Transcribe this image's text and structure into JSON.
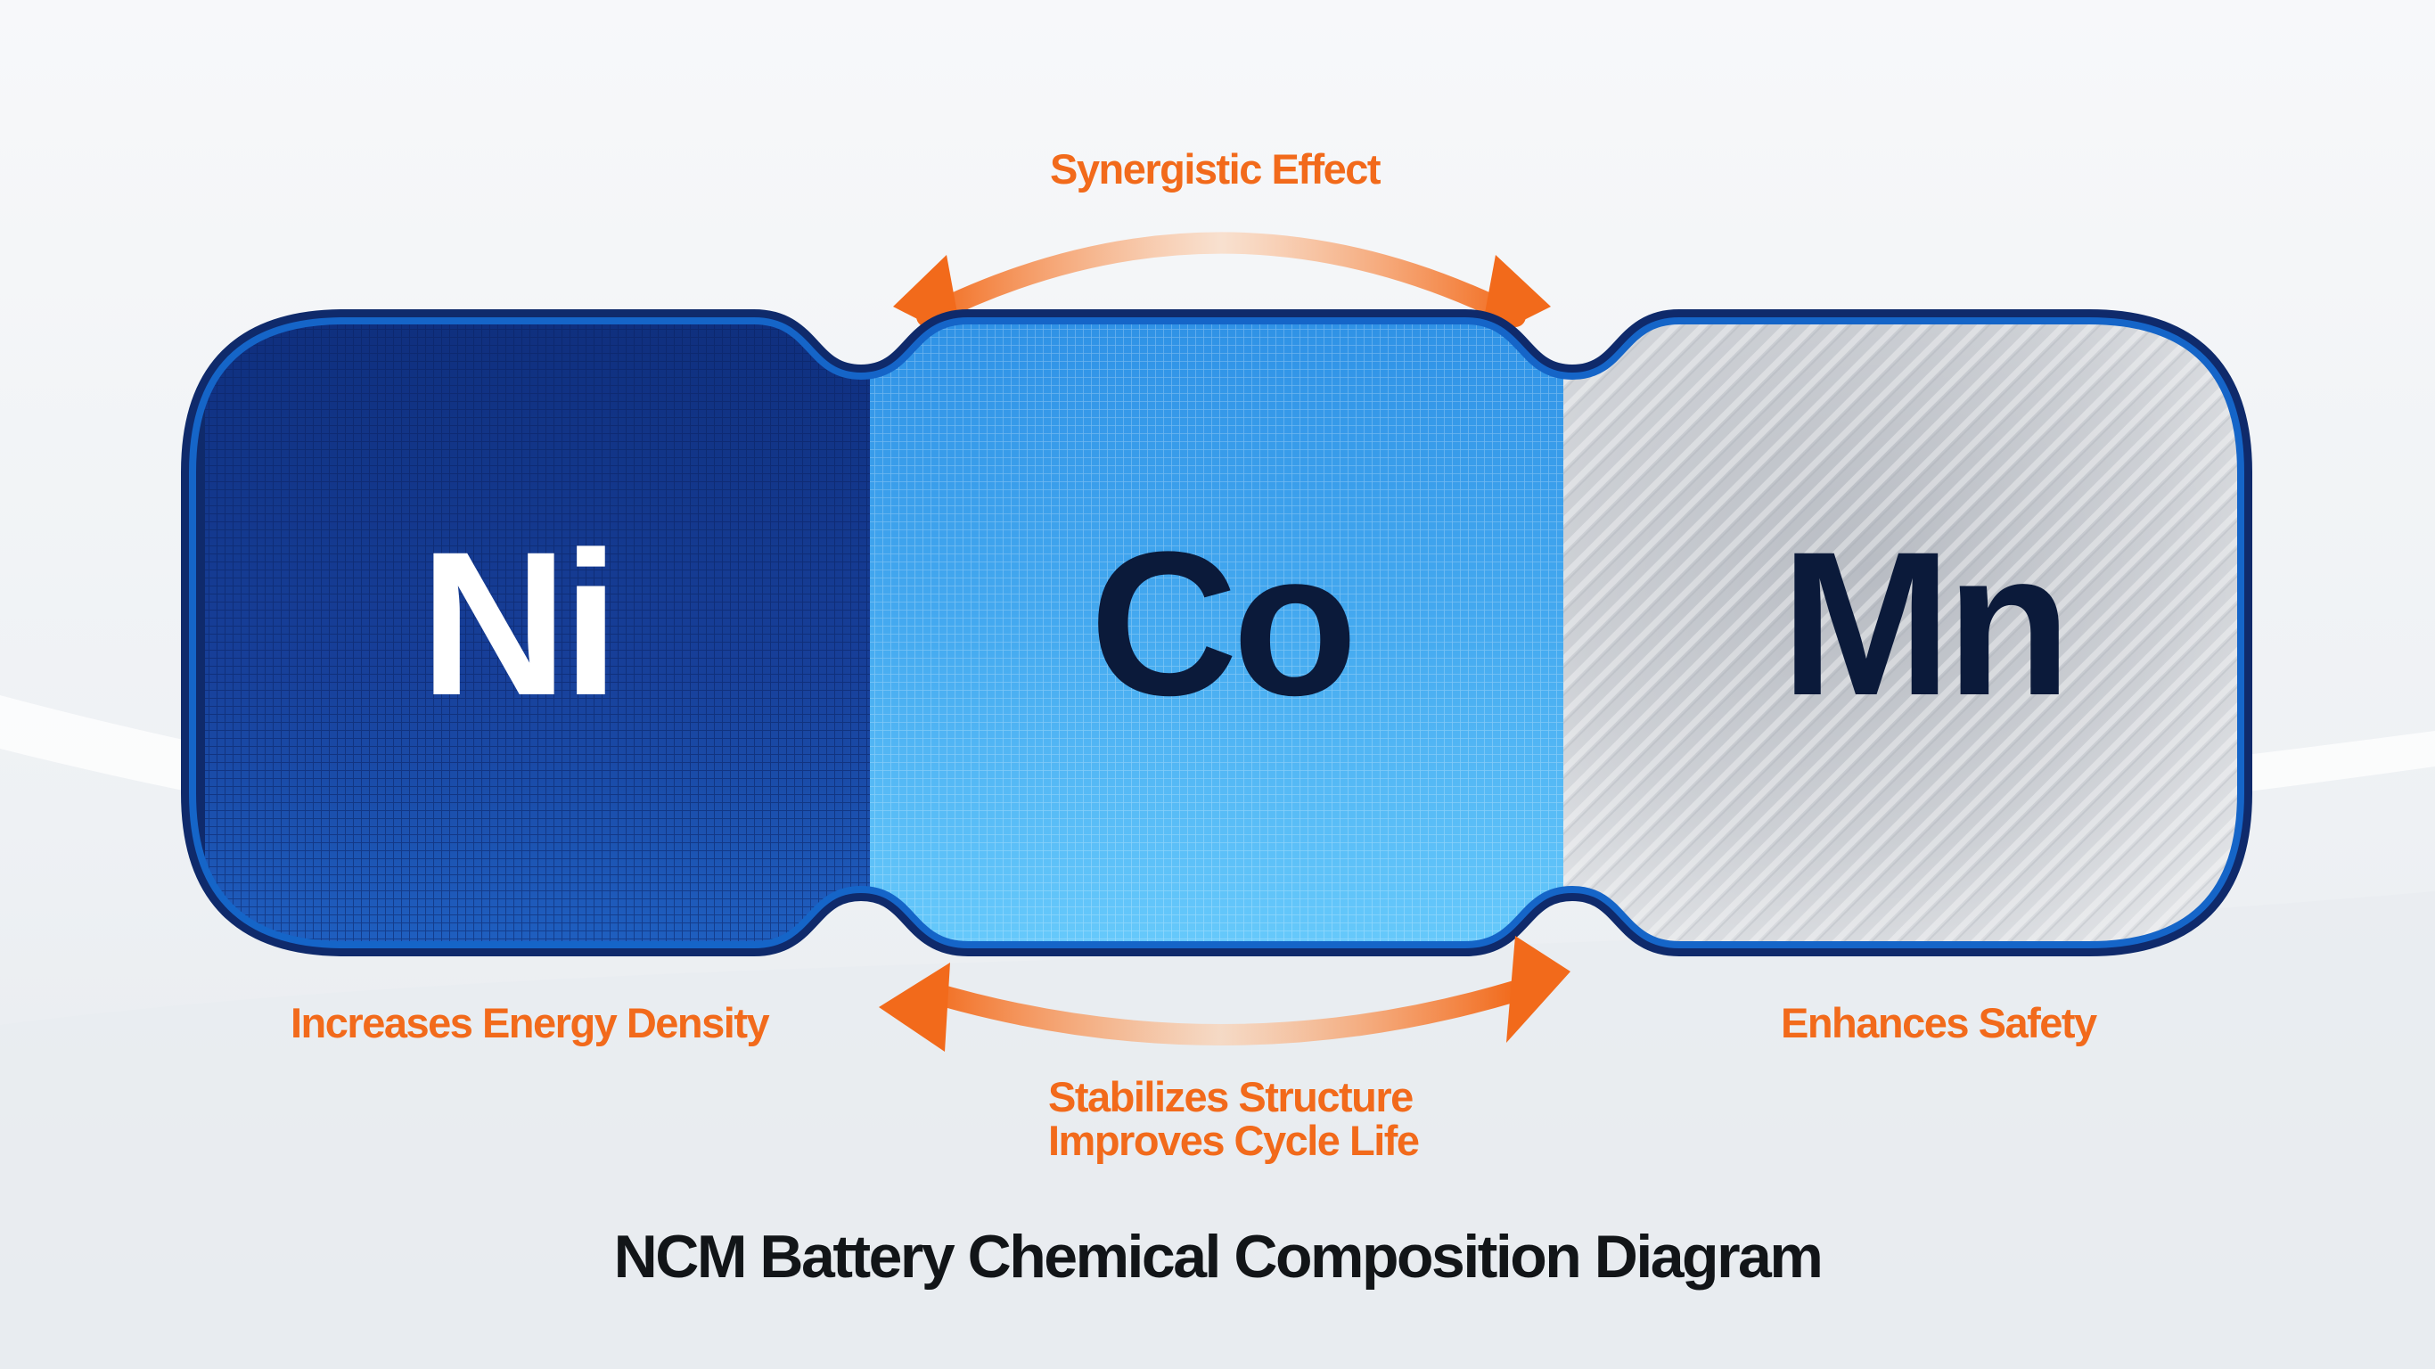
{
  "diagram": {
    "title": "NCM Battery Chemical Composition Diagram",
    "elements": [
      {
        "symbol": "Ni",
        "fill": "#14388f",
        "text_color": "#ffffff"
      },
      {
        "symbol": "Co",
        "fill": "#41a9f0",
        "text_color": "#0b1a3a"
      },
      {
        "symbol": "Mn",
        "fill": "#c4c7cc",
        "text_color": "#0b1a3a"
      }
    ],
    "labels": {
      "top_arrow": "Synergistic Effect",
      "ni_role": "Increases Energy Density",
      "mn_role": "Enhances Safety",
      "co_role_line1": "Stabilizes Structure",
      "co_role_line2": "Improves Cycle Life"
    },
    "colors": {
      "accent": "#f26a1b",
      "outline_dark": "#0f2a6b",
      "outline_blue": "#1565c8",
      "background": "#f1f3f6",
      "title_text": "#121518"
    }
  }
}
